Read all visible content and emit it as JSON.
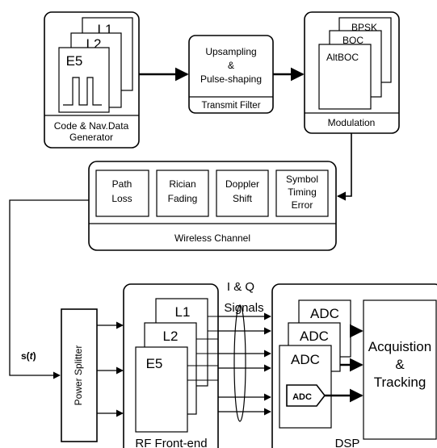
{
  "blocks": {
    "code_generator": {
      "label_line1": "Code & Nav.Data",
      "label_line2": "Generator",
      "cards": [
        "L1",
        "L2",
        "E5"
      ]
    },
    "transmit_filter": {
      "line1": "Upsampling",
      "line2": "&",
      "line3": "Pulse-shaping",
      "footer": "Transmit Filter"
    },
    "modulation": {
      "label": "Modulation",
      "cards": [
        "BPSK",
        "BOC",
        "AltBOC"
      ]
    },
    "wireless_channel": {
      "label": "Wireless Channel",
      "impairments": [
        [
          "Path",
          "Loss"
        ],
        [
          "Rician",
          "Fading"
        ],
        [
          "Doppler",
          "Shift"
        ],
        [
          "Symbol",
          "Timing",
          "Error"
        ]
      ]
    },
    "signal": {
      "name": "s(",
      "var": "t",
      "close": ")"
    },
    "power_splitter": {
      "label": "Power Splitter"
    },
    "rf_front_end": {
      "label": "RF Front-end",
      "cards": [
        "L1",
        "L2",
        "E5"
      ]
    },
    "iq_signals": {
      "line1": "I & Q",
      "line2": "Signals"
    },
    "dsp": {
      "label": "DSP",
      "adcs": [
        "ADC",
        "ADC",
        "ADC"
      ],
      "small_adc": "ADC",
      "tracking_line1": "Acquistion",
      "tracking_line2": "&",
      "tracking_line3": "Tracking"
    }
  }
}
